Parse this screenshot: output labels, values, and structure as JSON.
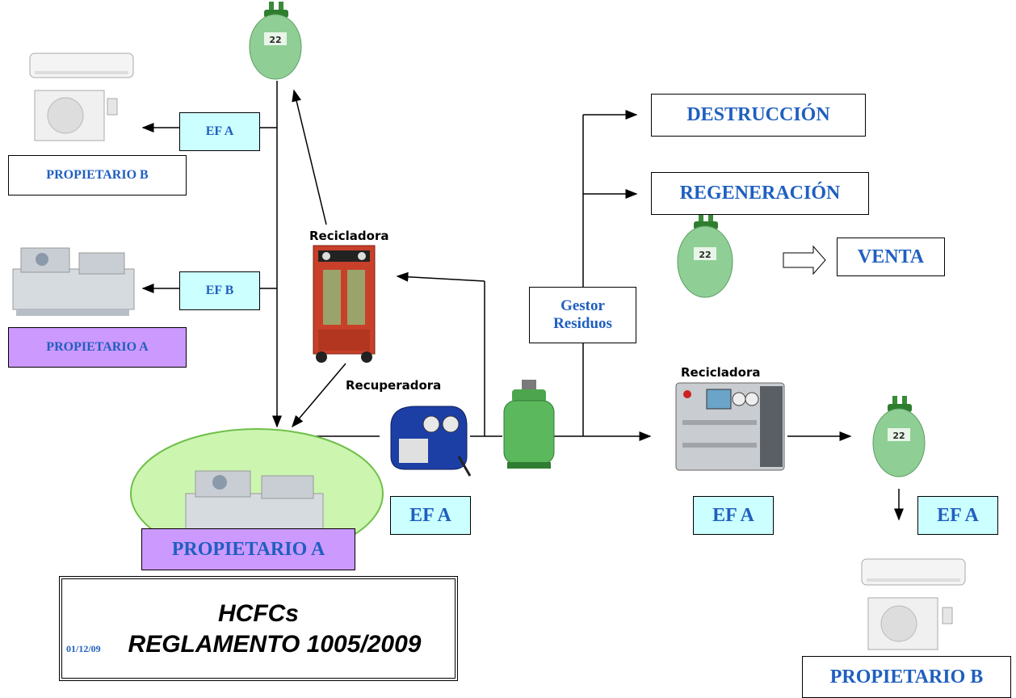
{
  "title": "",
  "labels": {
    "reci1": "Recicladora",
    "recu": "Recuperadora",
    "reci2": "Recicladora"
  },
  "boxes": {
    "destruccion": "DESTRUCCIÓN",
    "regeneracion": "REGENERACIÓN",
    "venta": "VENTA",
    "gestor": "Gestor Residuos",
    "efa_top": "EF A",
    "efb": "EF B",
    "prop_b_top": "PROPIETARIO B",
    "prop_a_small": "PROPIETARIO A",
    "prop_a_main": "PROPIETARIO A",
    "efa_recu": "EF A",
    "efa_reci": "EF A",
    "efa_right": "EF A",
    "prop_b_bottom": "PROPIETARIO B"
  },
  "footer": {
    "line1": "HCFCs",
    "line2": "REGLAMENTO 1005/2009",
    "date": "01/12/09"
  },
  "colors": {
    "blue_text": "#1f5fbf",
    "cyan_box": "#ccffff",
    "purple_box": "#cc99ff",
    "ellipse": "#ccf5b0",
    "cylinder": "#8fcf95",
    "big_cylinder": "#5cb85c"
  },
  "icons": [
    "refrigerant-cylinder-icon",
    "split-ac-icon",
    "industrial-chiller-icon",
    "recycler-machine-icon",
    "recovery-unit-icon",
    "gas-bottle-icon"
  ]
}
